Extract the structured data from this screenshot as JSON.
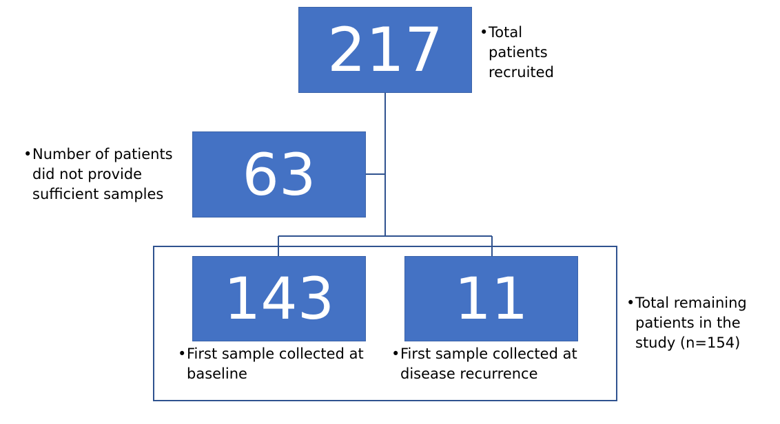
{
  "colors": {
    "box_fill": "#4472c4",
    "connector": "#2f528f",
    "text": "#000000",
    "number": "#ffffff"
  },
  "nodes": {
    "total": {
      "value": "217",
      "note": "Total\npatients\nrecruited"
    },
    "excluded": {
      "value": "63",
      "note": "Number of patients\ndid not provide\nsufficient samples"
    },
    "baseline": {
      "value": "143",
      "note": "First sample collected at\nbaseline"
    },
    "recurrence": {
      "value": "11",
      "note": "First sample collected at\ndisease recurrence"
    },
    "remaining": {
      "note": "Total remaining\npatients in the\nstudy (n=154)"
    }
  },
  "bullet": "•"
}
